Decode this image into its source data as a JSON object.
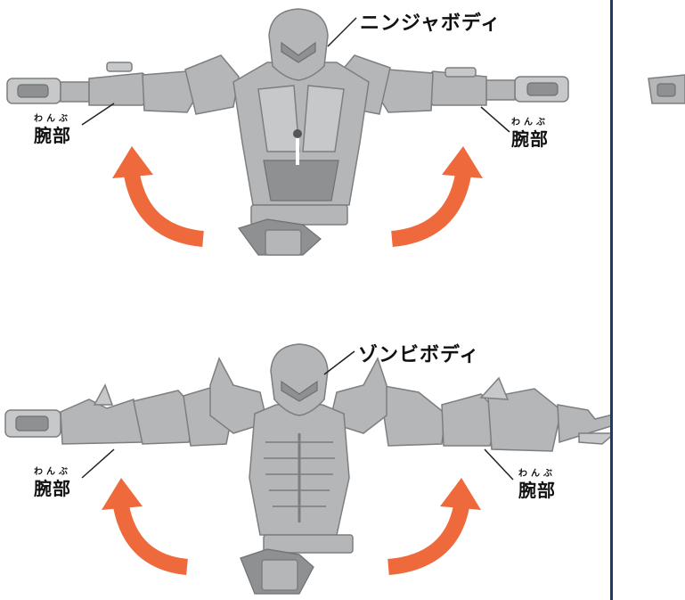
{
  "panels": [
    {
      "body_label": "ニンジャボディ",
      "arm_label_left": "腕部",
      "arm_label_right": "腕部",
      "arm_ruby_left": "わんぶ",
      "arm_ruby_right": "わんぶ"
    },
    {
      "body_label": "ゾンビボディ",
      "arm_label_left": "腕部",
      "arm_label_right": "腕部",
      "arm_ruby_left": "わんぶ",
      "arm_ruby_right": "わんぶ"
    }
  ],
  "colors": {
    "arrow": "#ee6a3c",
    "figure": "#b4b6b8",
    "divider": "#1f3a66"
  }
}
